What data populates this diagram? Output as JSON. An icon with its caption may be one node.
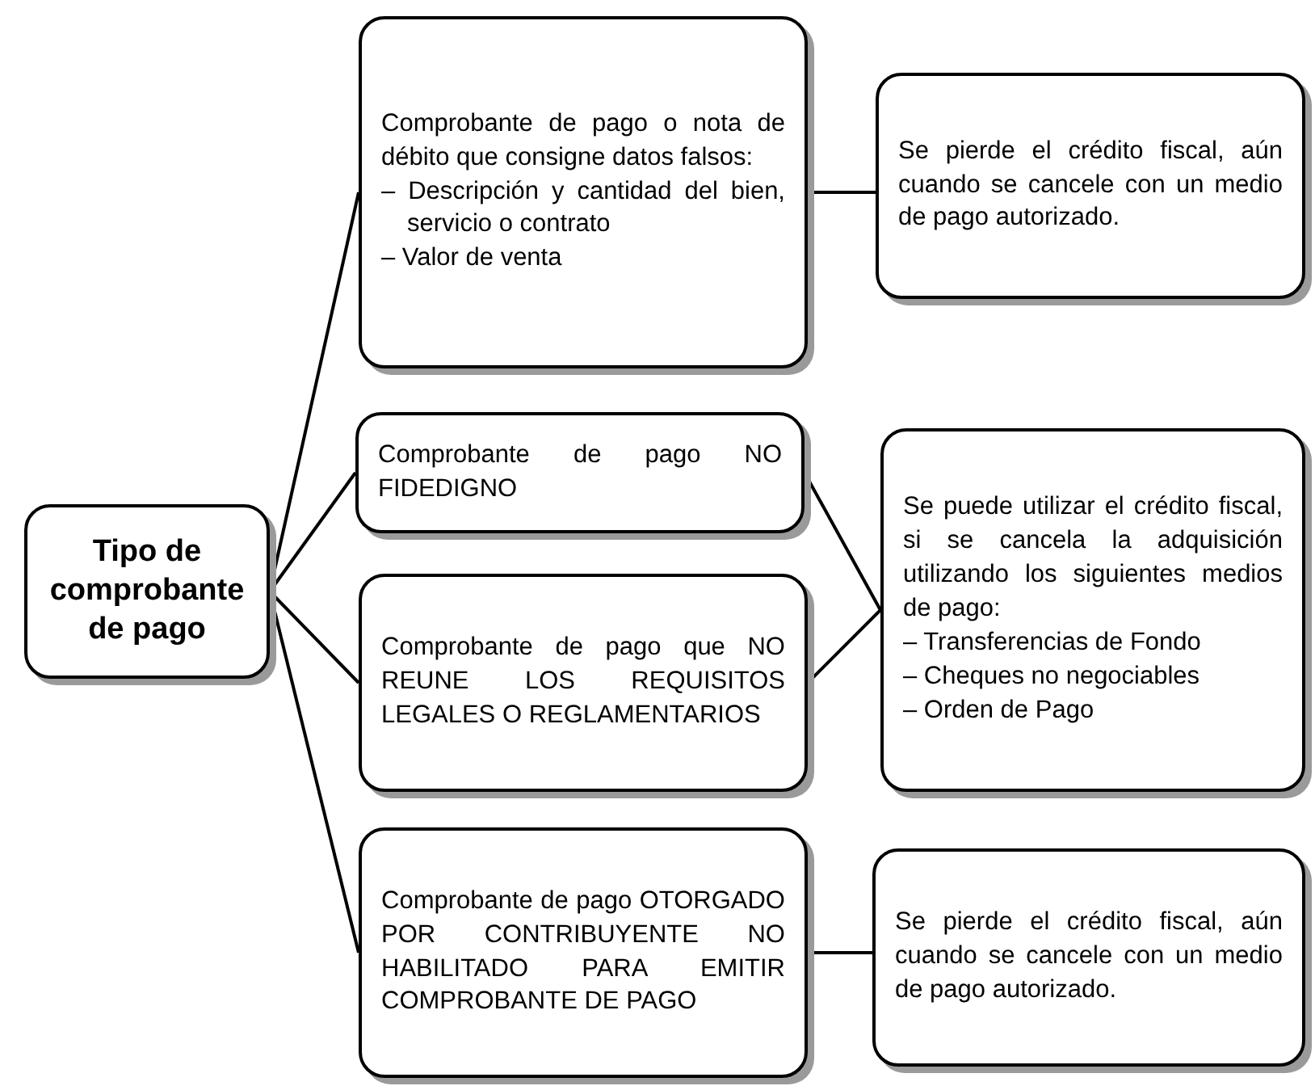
{
  "diagram": {
    "nodes": [
      {
        "text": [
          "Tipo de comprobante de pago"
        ]
      },
      {
        "text": [
          "Comprobante de pago o nota de débito que consigne datos falsos:",
          "– Descripción y cantidad del bien, servicio o contrato",
          "– Valor de venta"
        ]
      },
      {
        "text": [
          "Se pierde el crédito fiscal, aún cuando se cancele con un medio de pago autorizado."
        ]
      },
      {
        "text": [
          "Comprobante de pago NO FIDEDIGNO"
        ]
      },
      {
        "text": [
          "Comprobante de pago que NO REUNE LOS REQUISITOS LEGALES O REGLAMENTARIOS"
        ]
      },
      {
        "text": [
          "Se puede utilizar el crédito fiscal, si se cancela la adquisición utilizando los siguientes medios de pago:",
          "– Transferencias de Fondo",
          "– Cheques no negociables",
          "– Orden de Pago"
        ]
      },
      {
        "text": [
          "Comprobante de pago OTORGADO POR CONTRIBUYENTE NO HABILITADO PARA EMITIR COMPROBANTE DE PAGO"
        ]
      },
      {
        "text": [
          "Se pierde el crédito fiscal, aún cuando se cancele con un medio de pago autorizado."
        ]
      }
    ],
    "edges": [
      {
        "from": 0,
        "to": 1,
        "arrow": "none"
      },
      {
        "from": 0,
        "to": 3,
        "arrow": "none"
      },
      {
        "from": 0,
        "to": 4,
        "arrow": "none"
      },
      {
        "from": 0,
        "to": 6,
        "arrow": "none"
      },
      {
        "from": 1,
        "to": 2,
        "arrow": "none"
      },
      {
        "from": 3,
        "to": 5,
        "arrow": "none"
      },
      {
        "from": 4,
        "to": 5,
        "arrow": "none"
      },
      {
        "from": 6,
        "to": 7,
        "arrow": "none"
      }
    ]
  }
}
